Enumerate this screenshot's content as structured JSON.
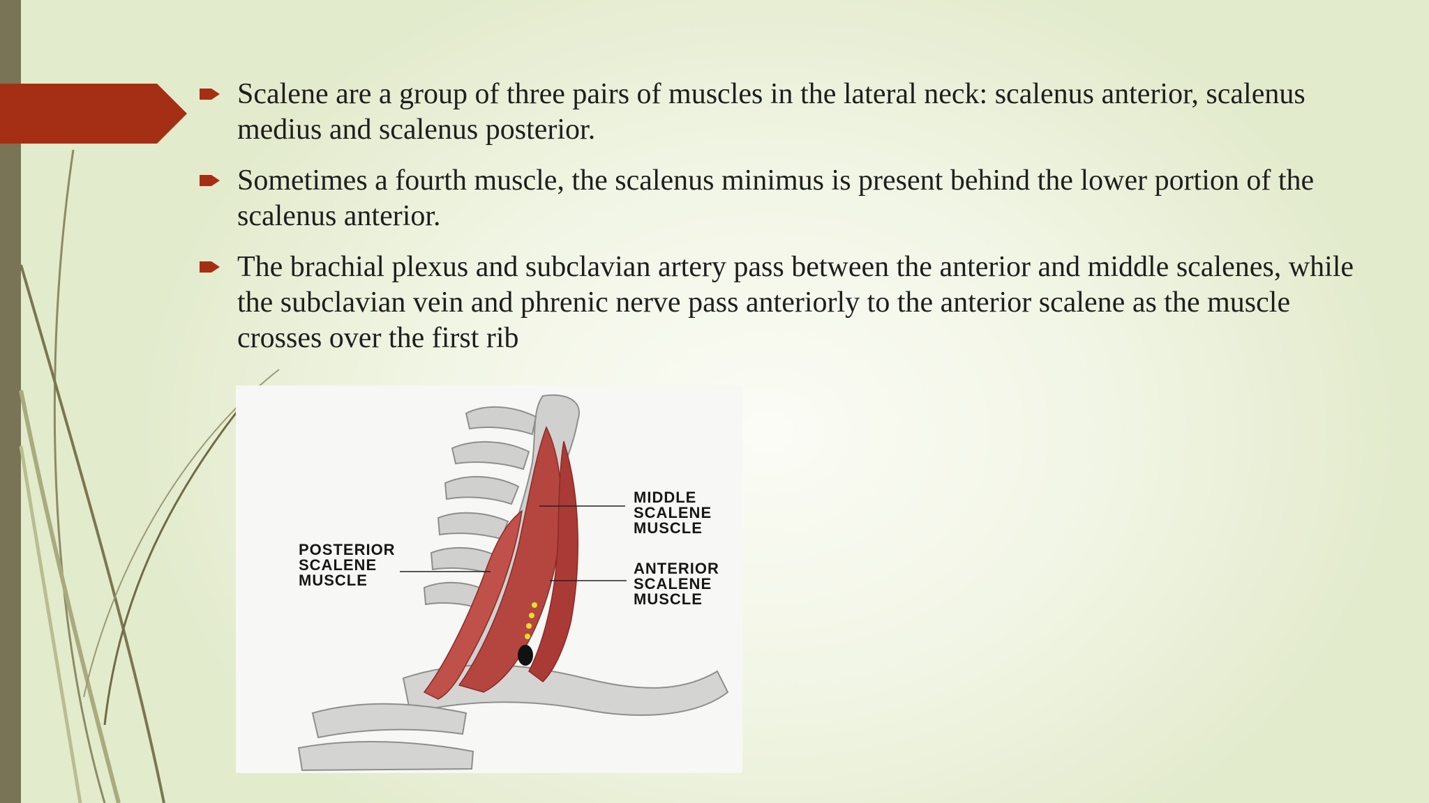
{
  "slide": {
    "bullets": [
      "Scalene are a group of three pairs of muscles in the lateral neck: scalenus anterior, scalenus medius and scalenus posterior.",
      "Sometimes a fourth muscle, the scalenus minimus is present behind the lower portion of the scalenus anterior.",
      "The brachial plexus and subclavian artery pass between the anterior and middle scalenes, while the subclavian vein and phrenic nerve pass anteriorly to the anterior scalene as the muscle crosses over the first rib"
    ],
    "figure": {
      "labels": {
        "middle": [
          "MIDDLE",
          "SCALENE",
          "MUSCLE"
        ],
        "posterior": [
          "POSTERIOR",
          "SCALENE",
          "MUSCLE"
        ],
        "anterior": [
          "ANTERIOR",
          "SCALENE",
          "MUSCLE"
        ]
      }
    }
  },
  "colors": {
    "accent": "#a52f15",
    "sidebar": "#787455",
    "bullet": "#a52f15",
    "muscle": "#b5453f",
    "bone": "#c9c9c7"
  },
  "icons": {
    "bullet": "arrow-right-icon"
  }
}
